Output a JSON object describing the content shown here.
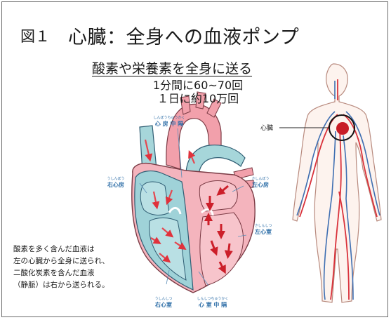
{
  "figure_label": "図１",
  "title": "心臓：全身への血液ポンプ",
  "subtitle": "酸素や栄養素を全身に送る",
  "stats": [
    "1分間に60~70回",
    "１日に約10万回"
  ],
  "caption_lines": [
    "酸素を多く含んだ血液は",
    "左の心臓から全身に送られ、",
    "二酸化炭素を含んだ血液",
    "（静脈）は右から送られる。"
  ],
  "heart_labels": {
    "top": {
      "kana": "しんぼうちゅうかく",
      "text": "心 房 中 隔"
    },
    "right_atrium": {
      "kana": "うしんぼう",
      "text": "右心房"
    },
    "left_atrium": {
      "kana": "さしんぼう",
      "text": "左心房"
    },
    "left_ventricle": {
      "kana": "さしんしつ",
      "text": "左心室"
    },
    "right_ventricle": {
      "kana": "うしんしつ",
      "text": "右心室"
    },
    "bottom": {
      "kana": "しんしつちゅうかく",
      "text": "心 室 中 隔"
    }
  },
  "body_label": "心臓",
  "colors": {
    "arterial": "#d9323b",
    "venous": "#3f6fb2",
    "heart_pink": "#f2a2ad",
    "heart_blue": "#a9d8dc",
    "label_blue": "#2f6fa8"
  }
}
